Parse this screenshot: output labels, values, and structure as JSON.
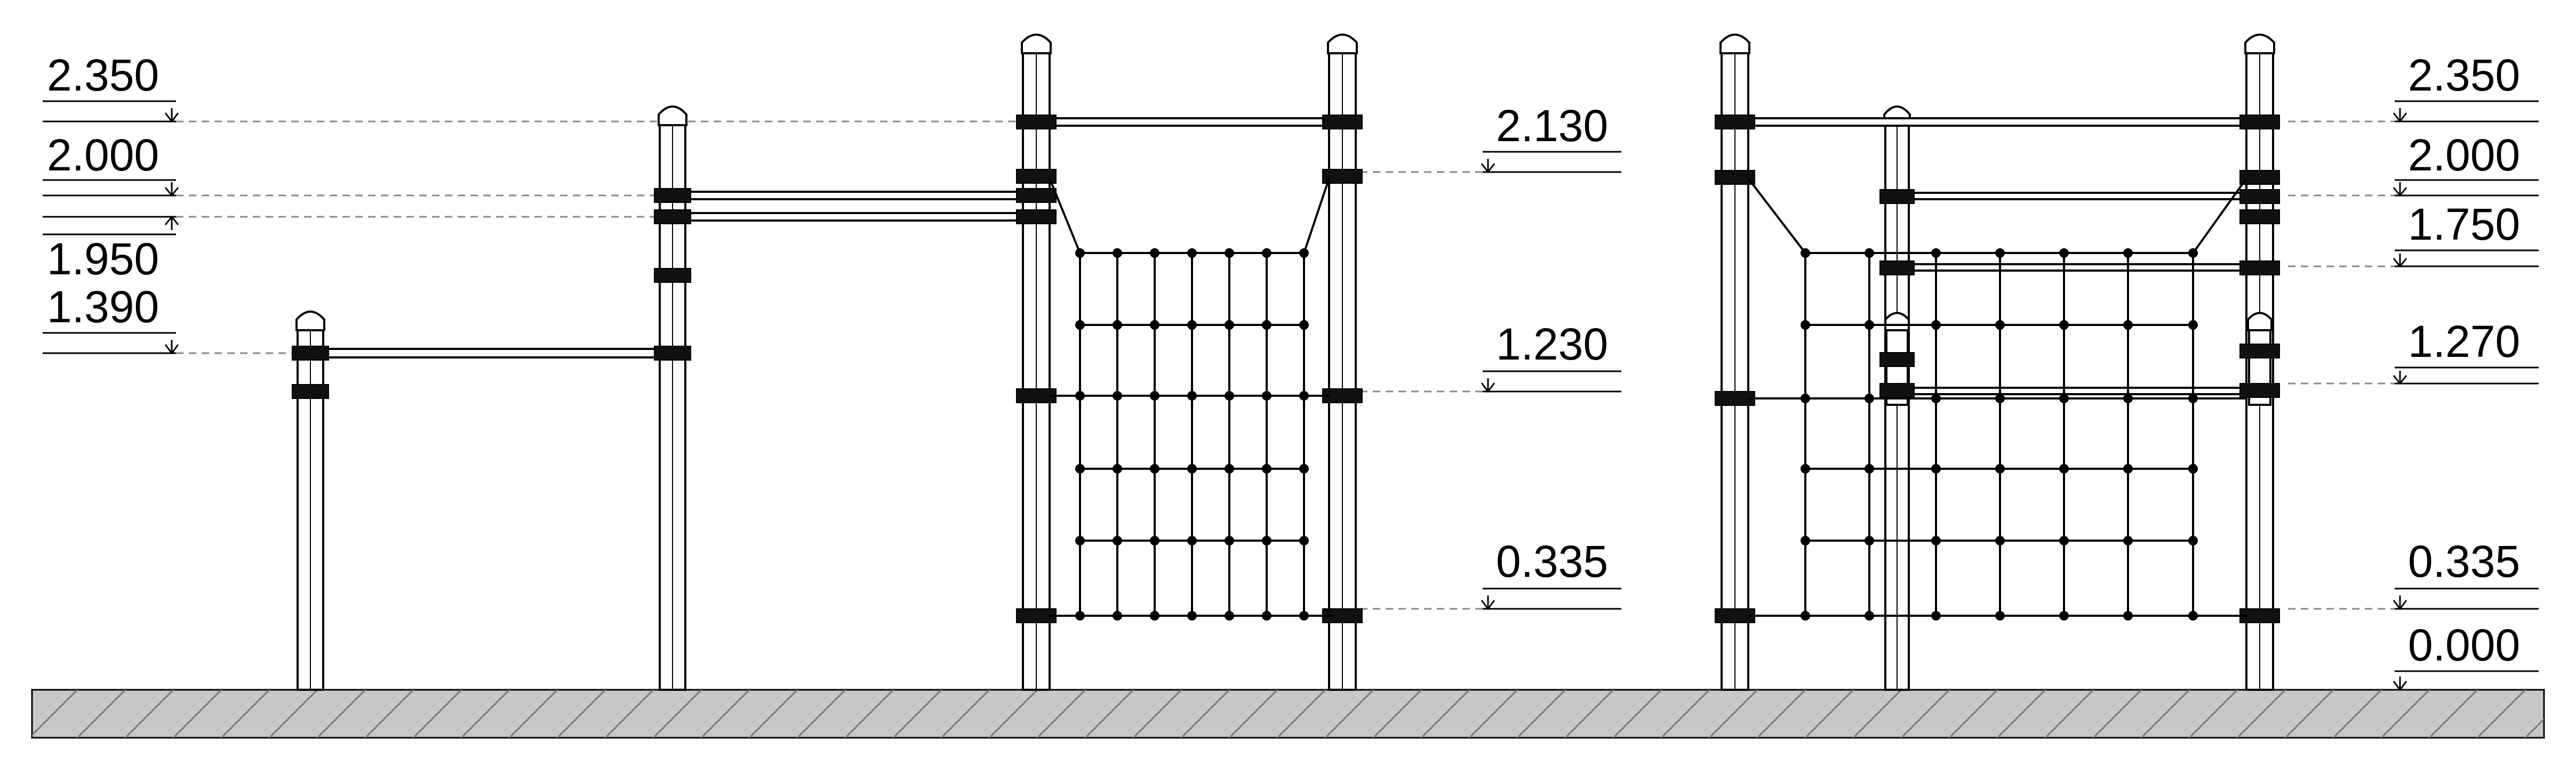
{
  "levels_left": [
    {
      "id": "l2350",
      "label": "2.350"
    },
    {
      "id": "l2000",
      "label": "2.000"
    },
    {
      "id": "l1950",
      "label": "1.950"
    },
    {
      "id": "l1390",
      "label": "1.390"
    }
  ],
  "levels_middle": [
    {
      "id": "m2130",
      "label": "2.130"
    },
    {
      "id": "m1230",
      "label": "1.230"
    },
    {
      "id": "m0335",
      "label": "0.335"
    }
  ],
  "levels_right": [
    {
      "id": "r2350",
      "label": "2.350"
    },
    {
      "id": "r2000",
      "label": "2.000"
    },
    {
      "id": "r1750",
      "label": "1.750"
    },
    {
      "id": "r1270",
      "label": "1.270"
    },
    {
      "id": "r0335",
      "label": "0.335"
    },
    {
      "id": "r0000",
      "label": "0.000"
    }
  ]
}
